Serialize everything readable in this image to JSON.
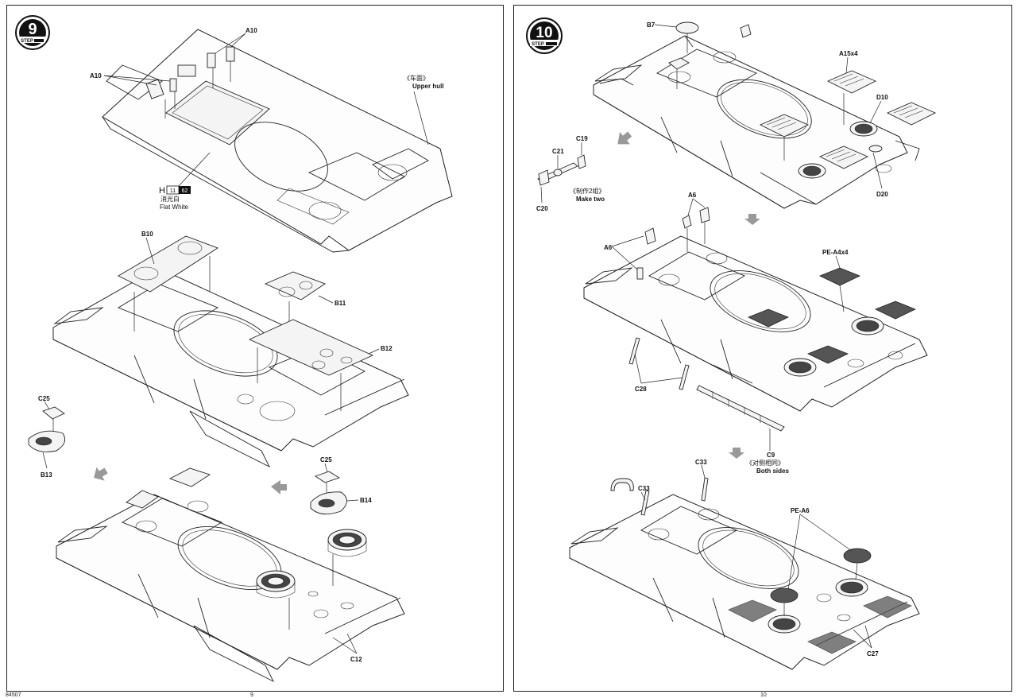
{
  "left_page": {
    "step": {
      "number": "9",
      "word": "STEP"
    },
    "part_labels": {
      "a10_top": "A10",
      "a10_left": "A10",
      "b10": "B10",
      "b11": "B11",
      "b12": "B12",
      "c25_left": "C25",
      "b13": "B13",
      "c25_right": "C25",
      "b14": "B14",
      "c12": "C12"
    },
    "upper_hull_cn": "《车面》",
    "upper_hull_en": "Upper hull",
    "paint": {
      "letter": "H",
      "code1": "11",
      "code2": "62",
      "name_cn": "消光白",
      "name_en": "Flat White"
    },
    "footer_left": "84507",
    "page_number": "9"
  },
  "right_page": {
    "step": {
      "number": "10",
      "word": "STEP"
    },
    "part_labels": {
      "b7": "B7",
      "a15x4": "A15x4",
      "d10": "D10",
      "d20": "D20",
      "c19": "C19",
      "c21": "C21",
      "c20": "C20",
      "a6_top": "A6",
      "a6_left": "A6",
      "pe_a4x4": "PE-A4x4",
      "c28": "C28",
      "c9": "C9",
      "c33_top": "C33",
      "c33_left": "C33",
      "pe_a6": "PE-A6",
      "c27": "C27"
    },
    "make_two_cn": "《制作2组》",
    "make_two_en": "Make two",
    "both_sides_cn": "《对侧相同》",
    "both_sides_en": "Both sides",
    "page_number": "10"
  }
}
